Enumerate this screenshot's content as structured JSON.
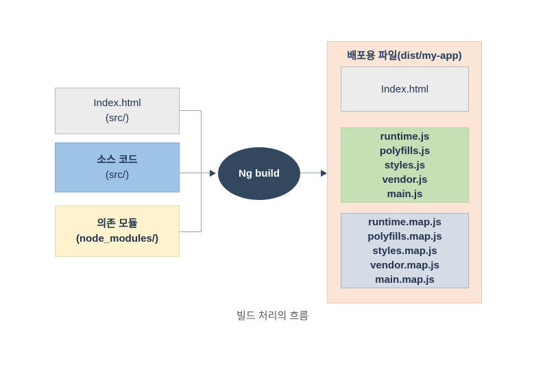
{
  "diagram": {
    "left_boxes": [
      {
        "line1": "Index.html",
        "line2": "(src/)"
      },
      {
        "line1": "소스 코드",
        "line2": "(src/)"
      },
      {
        "line1": "의존 모듈",
        "line2": "(node_modules/)"
      }
    ],
    "build_node": {
      "label": "Ng build"
    },
    "dist_panel": {
      "title": "배포용 파일(dist/my-app)",
      "index_box": {
        "label": "Index.html"
      },
      "bundle_box": {
        "lines": [
          "runtime.js",
          "polyfills.js",
          "styles.js",
          "vendor.js",
          "main.js"
        ]
      },
      "map_box": {
        "lines": [
          "runtime.map.js",
          "polyfills.map.js",
          "styles.map.js",
          "vendor.map.js",
          "main.map.js"
        ]
      }
    },
    "caption": "빌드 처리의 흐름",
    "colors": {
      "index_box_bg": "#ececec",
      "source_box_bg": "#9dc3e6",
      "modules_box_bg": "#fff2cc",
      "build_node_bg": "#31485e",
      "build_node_text": "#ffffff",
      "dist_panel_bg": "#fbe5d6",
      "bundle_box_bg": "#c5e0b4",
      "map_box_bg": "#d6dce5",
      "connector_line": "#97a3b6",
      "text_navy": "#22324f",
      "caption_gray": "#5a5a5a"
    }
  }
}
